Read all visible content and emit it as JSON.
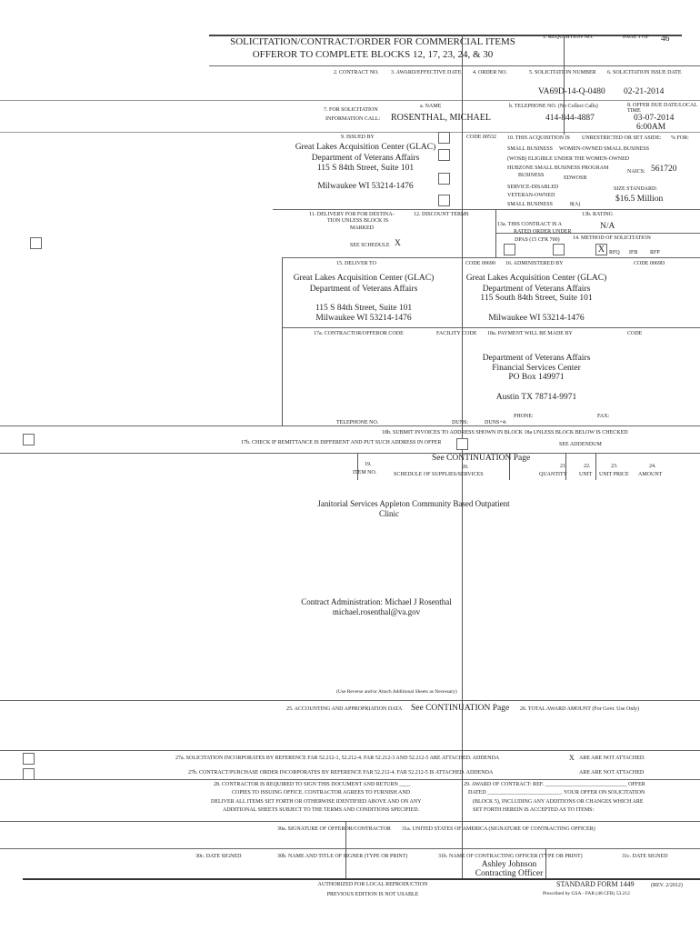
{
  "header": {
    "title_line1": "SOLICITATION/CONTRACT/ORDER FOR COMMERCIAL ITEMS",
    "title_line2": "OFFEROR TO COMPLETE BLOCKS 12, 17, 23, 24, & 30",
    "req_label": "1. REQUISITION NO.",
    "page_label": "PAGE 1 OF",
    "page_total": "46"
  },
  "row2": {
    "contract_no": "2. CONTRACT NO.",
    "award_date": "3. AWARD/EFFECTIVE DATE",
    "order_no": "4. ORDER NO.",
    "solicitation_number_label": "5. SOLICITATION NUMBER",
    "issue_date_label": "6. SOLICITATION ISSUE DATE",
    "solicitation_number": "VA69D-14-Q-0480",
    "issue_date": "02-21-2014"
  },
  "row7": {
    "label1": "7. FOR SOLICITATION",
    "label2": "INFORMATION CALL:",
    "name_label": "a. NAME",
    "name": "ROSENTHAL, MICHAEL",
    "phone_label": "b. TELEPHONE NO. (No Collect Calls)",
    "due_label": "8. OFFER DUE DATE/LOCAL TIME",
    "phone": "414-844-4887",
    "due_date": "03-07-2014",
    "due_time": "6:00AM"
  },
  "row9": {
    "issued_by": "9. ISSUED BY",
    "code": "CODE 00532",
    "acq": "10. THIS ACQUISITION IS",
    "unrestricted": "UNRESTRICTED OR SET ASIDE:",
    "pct": "% FOR:",
    "issuer": [
      "Great Lakes Acquisition Center (GLAC)",
      "Department of Veterans Affairs",
      "115 S 84th Street, Suite 101",
      "Milwaukee WI 53214-1476"
    ],
    "small_business": "SMALL BUSINESS",
    "wosb1": "WOMEN-OWNED SMALL BUSINESS",
    "wosb2": "(WOSB) ELIGIBLE UNDER THE WOMEN-OWNED",
    "hubzone": "HUBZONE SMALL BUSINESS PROGRAM",
    "hubzone2": "BUSINESS",
    "edwosb": "EDWOSB",
    "naics_label": "NAICS:",
    "naics": "561720",
    "sdvosb1": "SERVICE-DISABLED",
    "sdvosb2": "VETERAN-OWNED",
    "sdvosb3": "SMALL BUSINESS",
    "eight_a": "8(A)",
    "size_label": "SIZE STANDARD:",
    "size": "$16.5 Million"
  },
  "row11": {
    "delivery1": "11. DELIVERY FOR FOB DESTINA-",
    "delivery2": "TION UNLESS BLOCK IS",
    "delivery3": "MARKED",
    "discount": "12. DISCOUNT TERMS",
    "see_schedule": "SEE SCHEDULE",
    "mark": "X",
    "rating_label": "13b. RATING",
    "rated1": "13a. THIS CONTRACT IS A",
    "rated2": "RATED ORDER UNDER",
    "rated3": "DPAS (15 CFR 700)",
    "rating": "N/A",
    "method": "14. METHOD OF SOLICITATION",
    "rfq": "RFQ",
    "ifb": "IFB",
    "rfp": "RFP",
    "rfq_mark": "X"
  },
  "row15": {
    "deliver_to": "15. DELIVER TO",
    "code": "CODE 00690",
    "admin": "16. ADMINISTERED BY",
    "admin_code": "CODE 0069D",
    "deliver_addr": [
      "Great Lakes Acquisition Center (GLAC)",
      "Department of Veterans Affairs",
      "115 S 84th Street, Suite 101",
      "Milwaukee WI 53214-1476"
    ],
    "admin_addr": [
      "Great Lakes Acquisition Center (GLAC)",
      "Department of Veterans Affairs",
      "115 South 84th Street, Suite 101",
      "Milwaukee WI 53214-1476"
    ]
  },
  "row17": {
    "contractor": "17a. CONTRACTOR/OFFEROR CODE",
    "facility": "FACILITY CODE",
    "payment": "18a. PAYMENT WILL BE MADE BY",
    "code": "CODE",
    "pay_addr": [
      "Department of Veterans Affairs",
      "Financial Services Center",
      "PO Box 149971",
      "Austin TX 78714-9971"
    ],
    "phone": "PHONE:",
    "fax": "FAX:",
    "telephone": "TELEPHONE NO.",
    "duns": "DUNS:",
    "duns4": "DUNS+4:",
    "b18": "18b. SUBMIT INVOICES TO ADDRESS SHOWN IN BLOCK 18a UNLESS BLOCK BELOW IS CHECKED",
    "b17": "17b. CHECK IF REMITTANCE IS DIFFERENT AND PUT SUCH ADDRESS IN OFFER",
    "see_addendum": "SEE ADDENDUM"
  },
  "schedule": {
    "see_cont": "See CONTINUATION Page",
    "c19a": "19.",
    "c19b": "ITEM NO.",
    "c20a": "20.",
    "c20b": "SCHEDULE OF SUPPLIES/SERVICES",
    "c21a": "21.",
    "c21b": "QUANTITY",
    "c22a": "22.",
    "c22b": "UNIT",
    "c23a": "23.",
    "c23b": "UNIT PRICE",
    "c24a": "24.",
    "c24b": "AMOUNT",
    "desc1": "Janitorial Services Appleton Community Based Outpatient",
    "desc2": "Clinic",
    "admin1": "Contract Administration: Michael J Rosenthal",
    "admin2": "michael.rosenthal@va.gov",
    "reverse": "(Use Reverse and/or Attach Additional Sheets as Necessary)"
  },
  "row25": {
    "accounting": "25. ACCOUNTING AND APPROPRIATION DATA",
    "see_cont": "See CONTINUATION Page",
    "total": "26. TOTAL AWARD AMOUNT (For Govt. Use Only)"
  },
  "row27": {
    "a": "27a. SOLICITATION INCORPORATES BY REFERENCE FAR 52.212-1, 52.212-4. FAR 52.212-3 AND 52.212-5 ARE ATTACHED.  ADDENDA",
    "a_mark": "X",
    "a_tail": "ARE     ARE NOT ATTACHED.",
    "b": "27b. CONTRACT/PURCHASE ORDER INCORPORATES BY REFERENCE FAR 52.212-4. FAR 52.212-5 IS ATTACHED.  ADDENDA",
    "b_tail": "ARE     ARE NOT ATTACHED"
  },
  "row28": {
    "l1": "28. CONTRACTOR IS REQUIRED TO SIGN THIS DOCUMENT AND RETURN ____ ",
    "l2": "COPIES TO ISSUING OFFICE. CONTRACTOR AGREES TO FURNISH AND",
    "l3": "DELIVER ALL ITEMS SET FORTH OR OTHERWISE IDENTIFIED ABOVE AND ON ANY",
    "l4": "ADDITIONAL SHEETS SUBJECT TO THE TERMS AND CONDITIONS SPECIFIED.",
    "r1": "29. AWARD OF CONTRACT: REF. ______________________________ OFFER",
    "r2": "DATED ___________________________. YOUR OFFER ON SOLICITATION",
    "r3": "(BLOCK 5), INCLUDING ANY ADDITIONS OR CHANGES WHICH ARE",
    "r4": "SET FORTH HEREIN IS ACCEPTED AS TO ITEMS:"
  },
  "row30": {
    "a": "30a. SIGNATURE OF OFFEROR/CONTRACTOR",
    "b31a": "31a. UNITED STATES OF AMERICA (SIGNATURE OF CONTRACTING OFFICER)",
    "b": "30b. NAME AND TITLE OF SIGNER (TYPE OR PRINT)",
    "c": "30c. DATE SIGNED",
    "b31b": "31b. NAME OF CONTRACTING OFFICER (TYPE OR PRINT)",
    "c31c": "31c. DATE SIGNED",
    "officer": "Ashley Johnson",
    "officer_title": "Contracting Officer"
  },
  "footer": {
    "auth": "AUTHORIZED FOR LOCAL REPRODUCTION",
    "prev": "PREVIOUS EDITION IS NOT USABLE",
    "form": "STANDARD FORM 1449",
    "rev": "(REV. 2/2012)",
    "prescribed": "Prescribed by GSA - FAR (48 CFR) 53.212"
  }
}
